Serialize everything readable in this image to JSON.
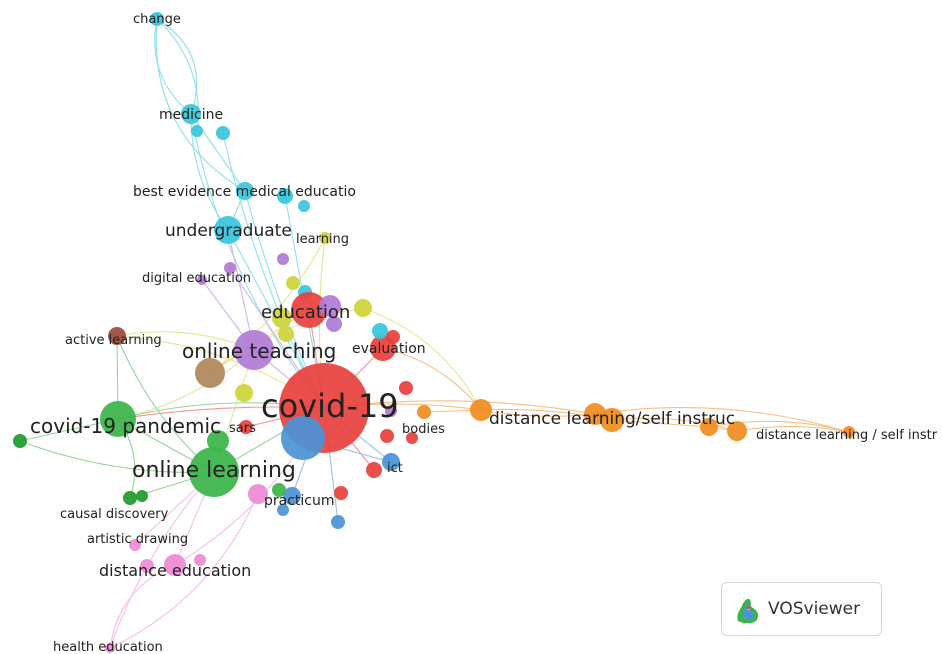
{
  "app": {
    "name": "VOSviewer"
  },
  "colors": {
    "red": "#e8403d",
    "green": "#3bb44a",
    "cyan": "#36c5dc",
    "purple": "#b07ad6",
    "yellow": "#cdd43a",
    "orange": "#f08c1e",
    "pink": "#ee8ad6",
    "blue": "#4b93d6",
    "brown": "#b0865a",
    "darkgreen": "#1e9a2a",
    "darkred": "#9b4b3a"
  },
  "network": {
    "labels": {
      "change": "change",
      "medicine": "medicine",
      "best_evidence": "best evidence medical educatio",
      "undergraduate": "undergraduate",
      "learning": "learning",
      "digital_education": "digital education",
      "education": "education",
      "active_learning": "active learning",
      "online_teaching": "online teaching",
      "evaluation": "evaluation",
      "covid19": "covid-19",
      "covid19_pandemic": "covid-19 pandemic",
      "sars": "sars",
      "bodies": "bodies",
      "distance_learning_self_instruc": "distance learning/self instruc",
      "distance_learning_self_instr": "distance learning / self instr",
      "online_learning": "online learning",
      "ict": "ict",
      "practicum": "practicum",
      "causal_discovery": "causal discovery",
      "artistic_drawing": "artistic drawing",
      "distance_education": "distance education",
      "health_education": "health education"
    }
  }
}
